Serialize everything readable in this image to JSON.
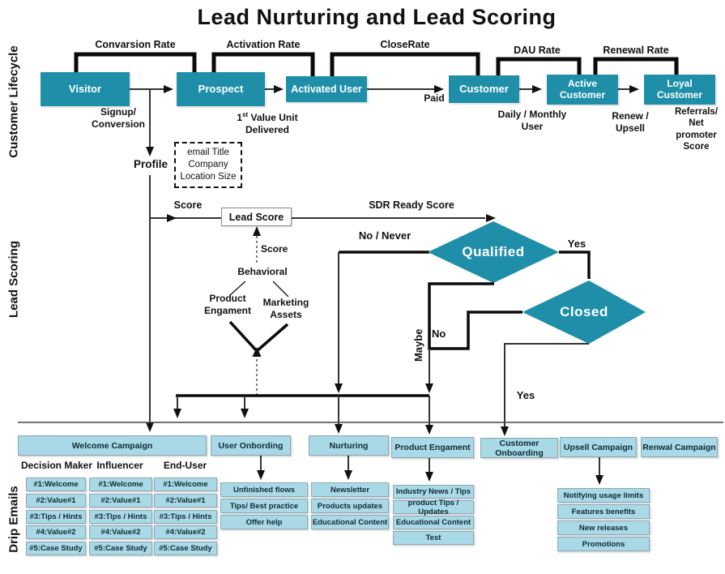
{
  "title": "Lead Nurturing and Lead Scoring",
  "colors": {
    "teal": "#1f8fa9",
    "light_blue": "#a9d8e6",
    "line_dark": "#333333",
    "line_black": "#0a0a0a"
  },
  "sections": {
    "lifecycle": "Customer Lifecycle",
    "scoring": "Lead Scoring",
    "drip": "Drip Emails"
  },
  "stages": {
    "visitor": "Visitor",
    "prospect": "Prospect",
    "activated_user": "Activated User",
    "customer": "Customer",
    "active_customer": "Active\nCustomer",
    "loyal_customer": "Loyal\nCustomer"
  },
  "rates": {
    "conversion": "Convarsion Rate",
    "activation": "Activation Rate",
    "close": "CloseRate",
    "dau": "DAU Rate",
    "renewal": "Renewal Rate"
  },
  "transitions": {
    "signup": "Signup/\nConversion",
    "profile": "Profile",
    "value_unit_num": "1",
    "value_unit_sup": "st",
    "value_unit_rest": " Value Unit",
    "value_unit_line2": "Delivered",
    "paid": "Paid",
    "daily_monthly": "Daily / Monthly\nUser",
    "renew_upsell": "Renew /\nUpsell",
    "referrals": "Referrals/\nNet\npromoter\nScore"
  },
  "profile_box": "email Title\nCompany\nLocation Size",
  "scoring": {
    "score_in": "Score",
    "lead_score": "Lead Score",
    "sdr_ready": "SDR Ready Score",
    "score_up": "Score",
    "behavioral": "Behavioral",
    "product_engament": "Product\nEngament",
    "marketing_assets": "Marketing\nAssets",
    "no_never": "No / Never",
    "qualified": "Qualified",
    "yes_qualified": "Yes",
    "maybe": "Maybe",
    "no": "No",
    "closed": "Closed",
    "yes_closed": "Yes"
  },
  "campaigns": [
    {
      "label": "Welcome Campaign",
      "columns": [
        {
          "header": "Decision Maker",
          "items": [
            "#1:Welcome",
            "#2:Value#1",
            "#3:Tips / Hints",
            "#4:Value#2",
            "#5:Case Study"
          ]
        },
        {
          "header": "Influencer",
          "items": [
            "#1:Welcome",
            "#2:Value#1",
            "#3:Tips / Hints",
            "#4:Value#2",
            "#5:Case Study"
          ]
        },
        {
          "header": "End-User",
          "items": [
            "#1:Welcome",
            "#2:Value#1",
            "#3:Tips / Hints",
            "#4:Value#2",
            "#5:Case Study"
          ]
        }
      ]
    },
    {
      "label": "User Onbording",
      "items": [
        "Unfinished flows",
        "Tips/ Best practice",
        "Offer help"
      ]
    },
    {
      "label": "Nurturing",
      "items": [
        "Newsletter",
        "Products updates",
        "Educational Content"
      ]
    },
    {
      "label": "Product Engament",
      "items": [
        "Industry News / Tips",
        "product Tips / Updates",
        "Educational Content",
        "Test"
      ]
    },
    {
      "label": "Customer Onboarding",
      "items": []
    },
    {
      "label": "Upsell Campaign",
      "items": [
        "Notifying usage limits",
        "Features benefits",
        "New releases",
        "Promotions"
      ]
    },
    {
      "label": "Renwal Campaign",
      "items": []
    }
  ]
}
